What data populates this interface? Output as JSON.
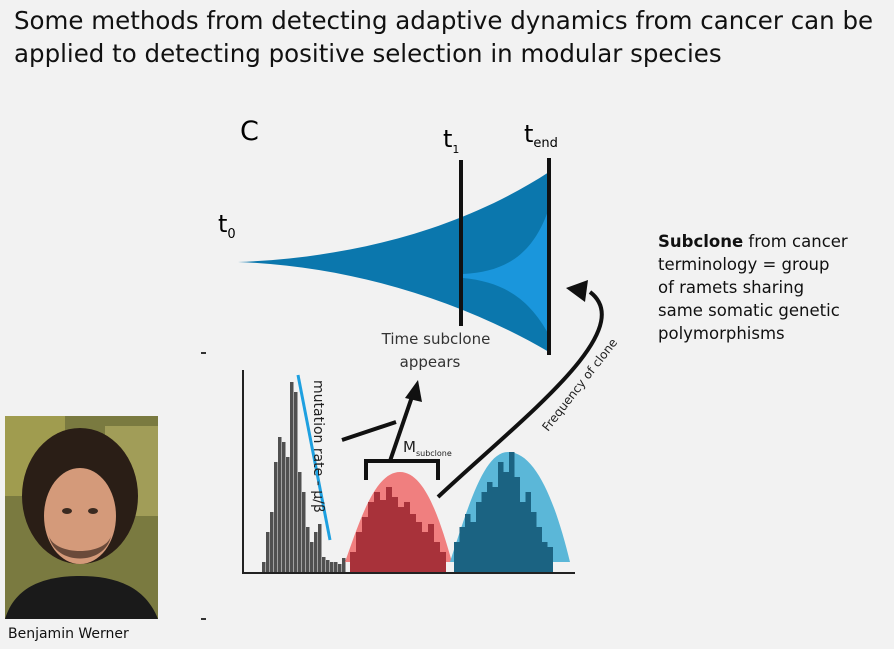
{
  "slide": {
    "title": "Some methods from detecting adaptive dynamics from cancer can be applied to detecting positive selection in modular species",
    "note_bold": "Subclone",
    "note_lines": [
      "from cancer",
      "terminology = group",
      "of ramets sharing",
      "same somatic genetic",
      "polymorphisms"
    ],
    "speaker_name": "Benjamin Werner"
  },
  "figure": {
    "panel_label": "C",
    "t0": "t",
    "t0_sub": "0",
    "t1": "t",
    "t1_sub": "1",
    "tend": "t",
    "tend_sub": "end",
    "time_subclone_line1": "Time subclone",
    "time_subclone_line2": "appears",
    "m_label": "M",
    "m_sub": "subclone",
    "mutation_rate": "mutation rate - ",
    "mu": "μ",
    "beta": "β",
    "frequency": "Frequency of clone",
    "colors": {
      "clone_dark": "#0b77ad",
      "clone_light": "#1a96dc",
      "neutral": "#505050",
      "red_fill": "#f07f7f",
      "red_bars": "#a8323a",
      "blue_fill": "#5bb7d8",
      "blue_bars": "#1b6382",
      "line": "#1ea0e0"
    }
  }
}
